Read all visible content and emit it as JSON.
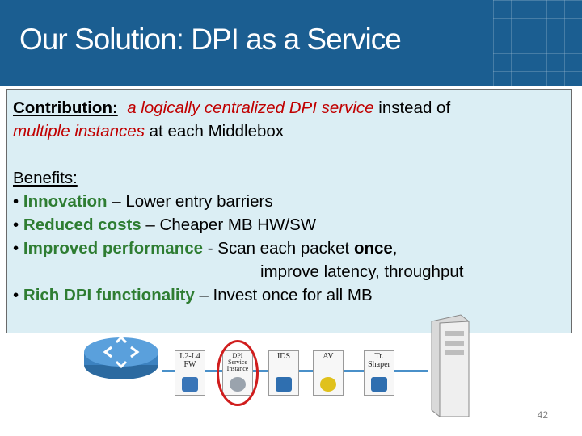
{
  "header": {
    "title": "Our Solution: DPI as a Service",
    "background": "#1b5e91"
  },
  "body": {
    "contribution_label": "Contribution:",
    "contribution_emph1": "a logically centralized DPI service",
    "contribution_mid": " instead of",
    "contribution_emph2": "multiple instances",
    "contribution_end": " at each Middlebox",
    "benefits_label": "Benefits:",
    "benefits": [
      {
        "bullet": "•",
        "title": "Innovation",
        "text": " – Lower entry barriers"
      },
      {
        "bullet": "•",
        "title": "Reduced costs",
        "text": " – Cheaper MB HW/SW"
      },
      {
        "bullet": "•",
        "title": "Improved performance",
        "text": " - Scan each packet ",
        "bold": "once",
        "tail": ","
      },
      {
        "bullet": "•",
        "title": "Rich DPI functionality",
        "text": " – Invest once for all MB"
      }
    ],
    "perf_continuation": "improve latency, throughput"
  },
  "diagram": {
    "middleboxes": [
      {
        "label": "L2-L4\nFW",
        "icon_color": "#3a76b8"
      },
      {
        "label": "DPI\nService\nInstance",
        "icon_color": "#9aa3ad"
      },
      {
        "label": "IDS",
        "icon_color": "#2f6fb0"
      },
      {
        "label": "AV",
        "icon_color": "#e0c11c"
      },
      {
        "label": "Tr.\nShaper",
        "icon_color": "#2f6fb0"
      }
    ]
  },
  "footer": {
    "page_number": "42"
  }
}
